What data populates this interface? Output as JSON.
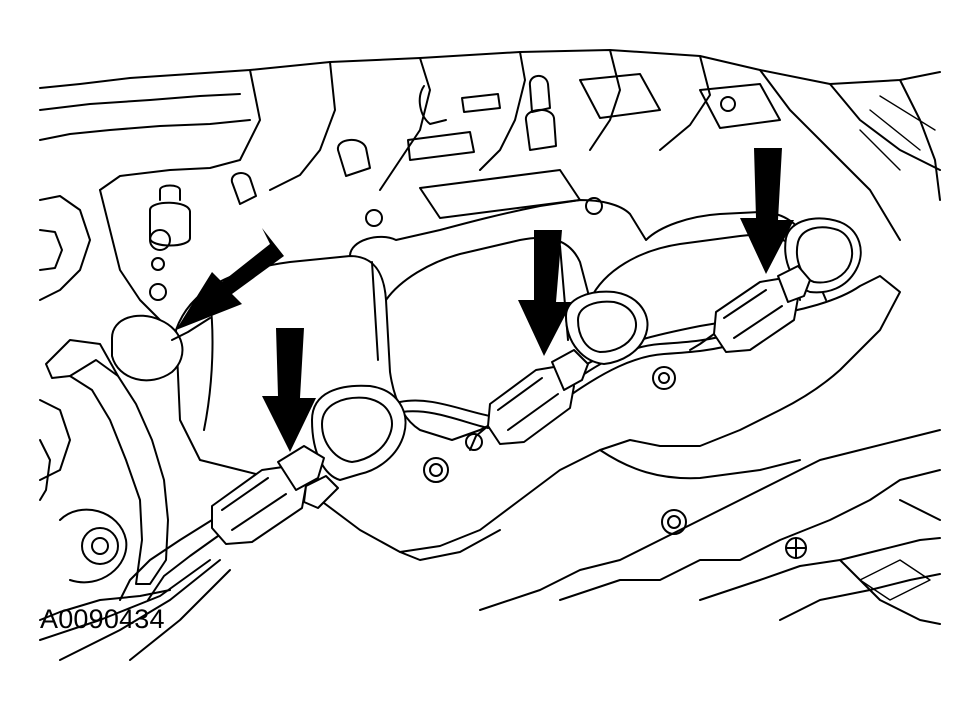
{
  "figure": {
    "reference_code": "A0090434",
    "callouts": [
      {
        "id": "callout-1",
        "target": "connector-rear-left"
      },
      {
        "id": "callout-2",
        "target": "connector-front-left"
      },
      {
        "id": "callout-3",
        "target": "connector-center"
      },
      {
        "id": "callout-4",
        "target": "connector-right"
      }
    ],
    "colors": {
      "line": "#000000",
      "background": "#ffffff"
    }
  }
}
